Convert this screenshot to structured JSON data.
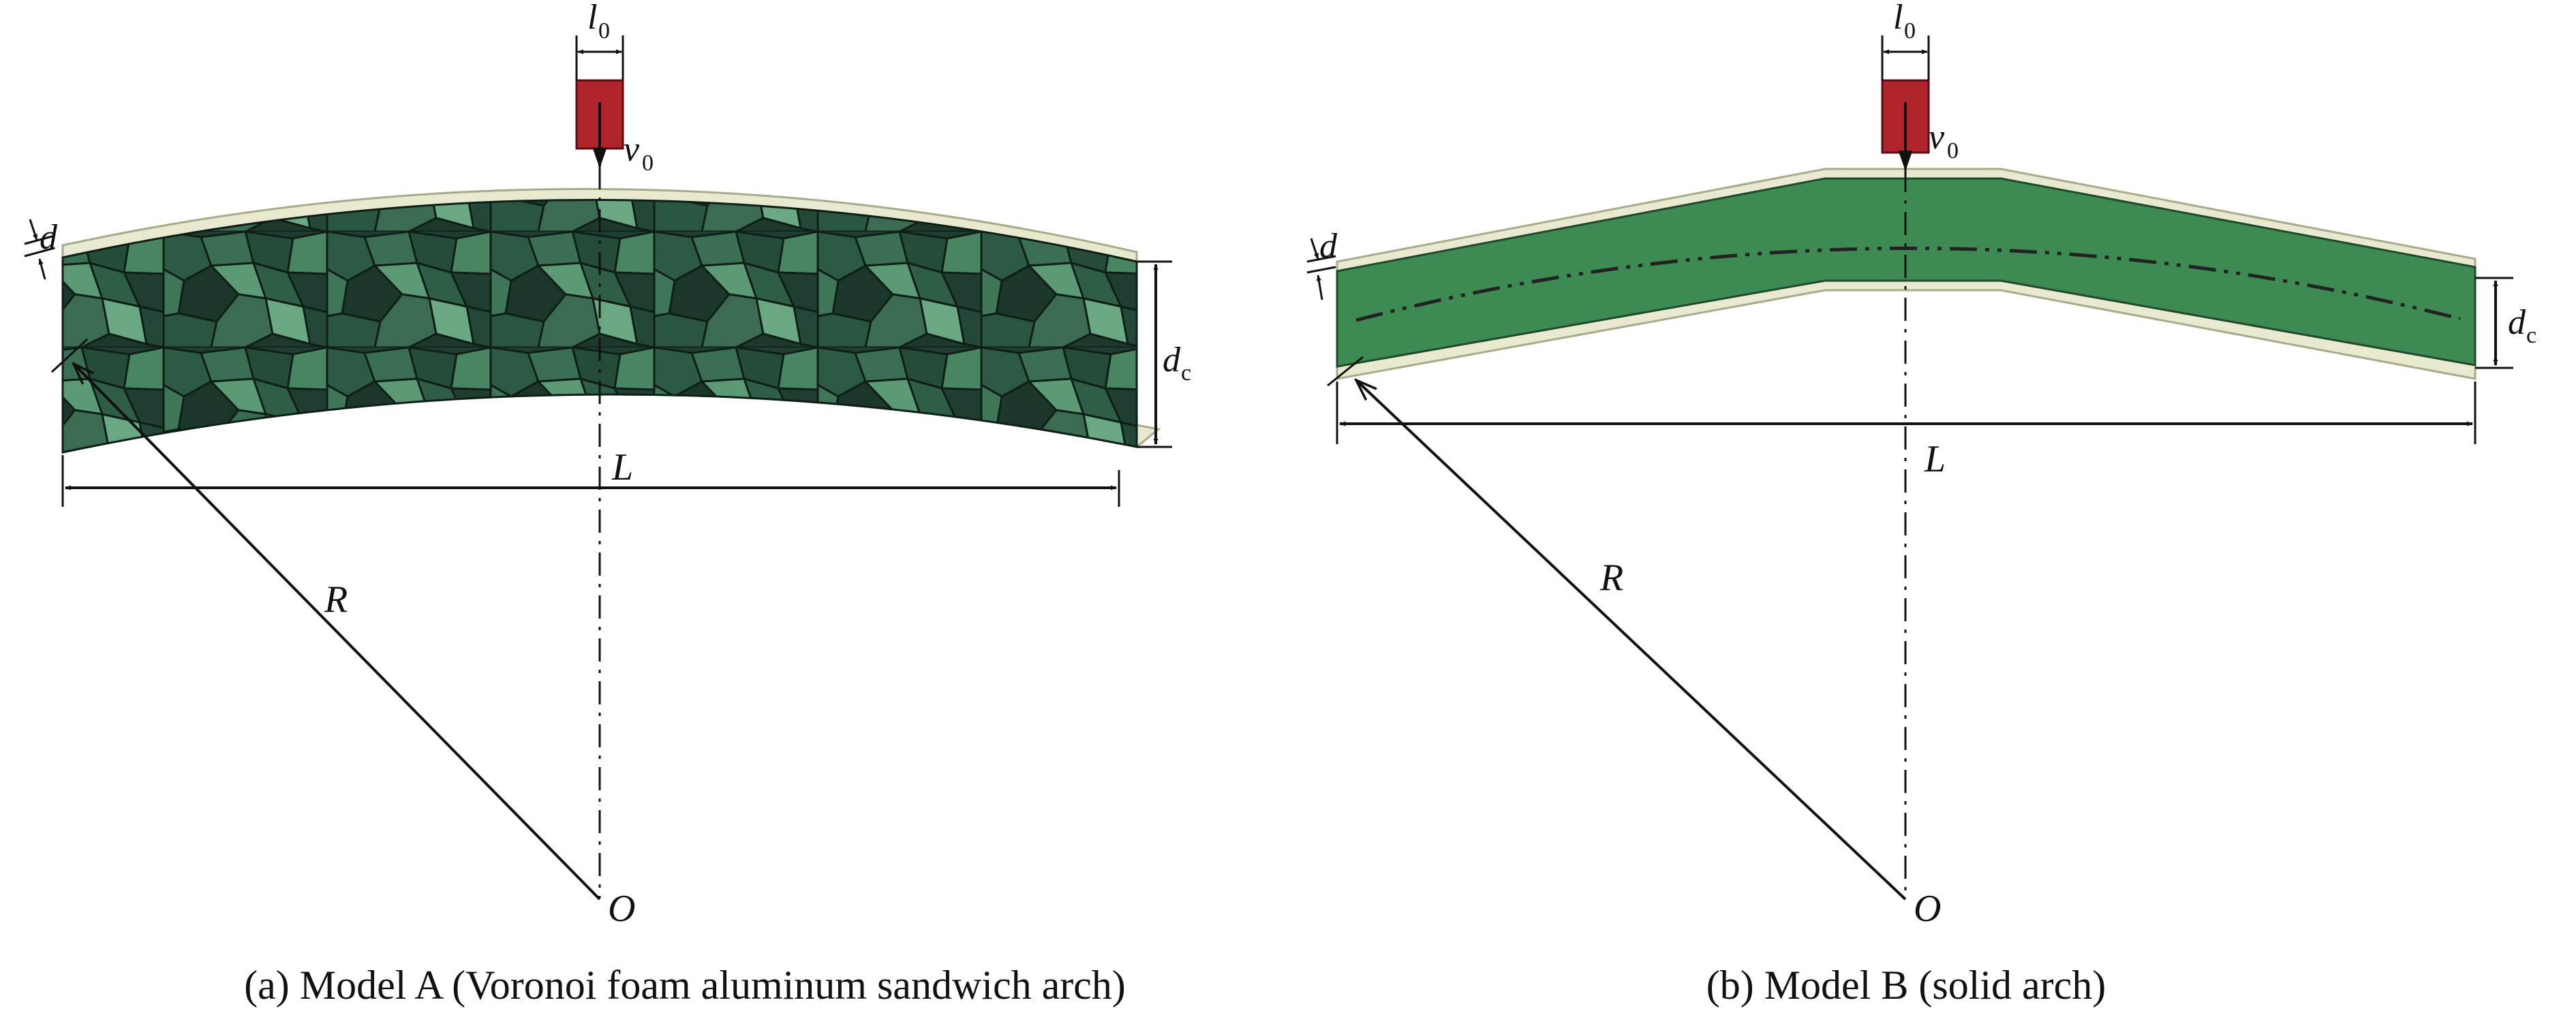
{
  "panel_a": {
    "caption": "(a) Model A (Voronoi foam aluminum sandwich arch)",
    "label_l0": "l",
    "label_l0_sub": "0",
    "label_v0": "v",
    "label_v0_sub": "0",
    "label_d": "d",
    "label_dc": "d",
    "label_dc_sub": "c",
    "label_L": "L",
    "label_R": "R",
    "label_O": "O"
  },
  "panel_b": {
    "caption": "(b) Model B (solid arch)",
    "label_l0": "l",
    "label_l0_sub": "0",
    "label_v0": "v",
    "label_v0_sub": "0",
    "label_d": "d",
    "label_dc": "d",
    "label_dc_sub": "c",
    "label_L": "L",
    "label_R": "R",
    "label_O": "O"
  },
  "colors": {
    "face_sheet": "#e9e9cf",
    "face_sheet_edge": "#b9b99a",
    "foam_core_dark": "#1d3a2d",
    "foam_core_light": "#4f8a68",
    "solid_core": "#3e8a53",
    "impactor": "#b0252c"
  }
}
